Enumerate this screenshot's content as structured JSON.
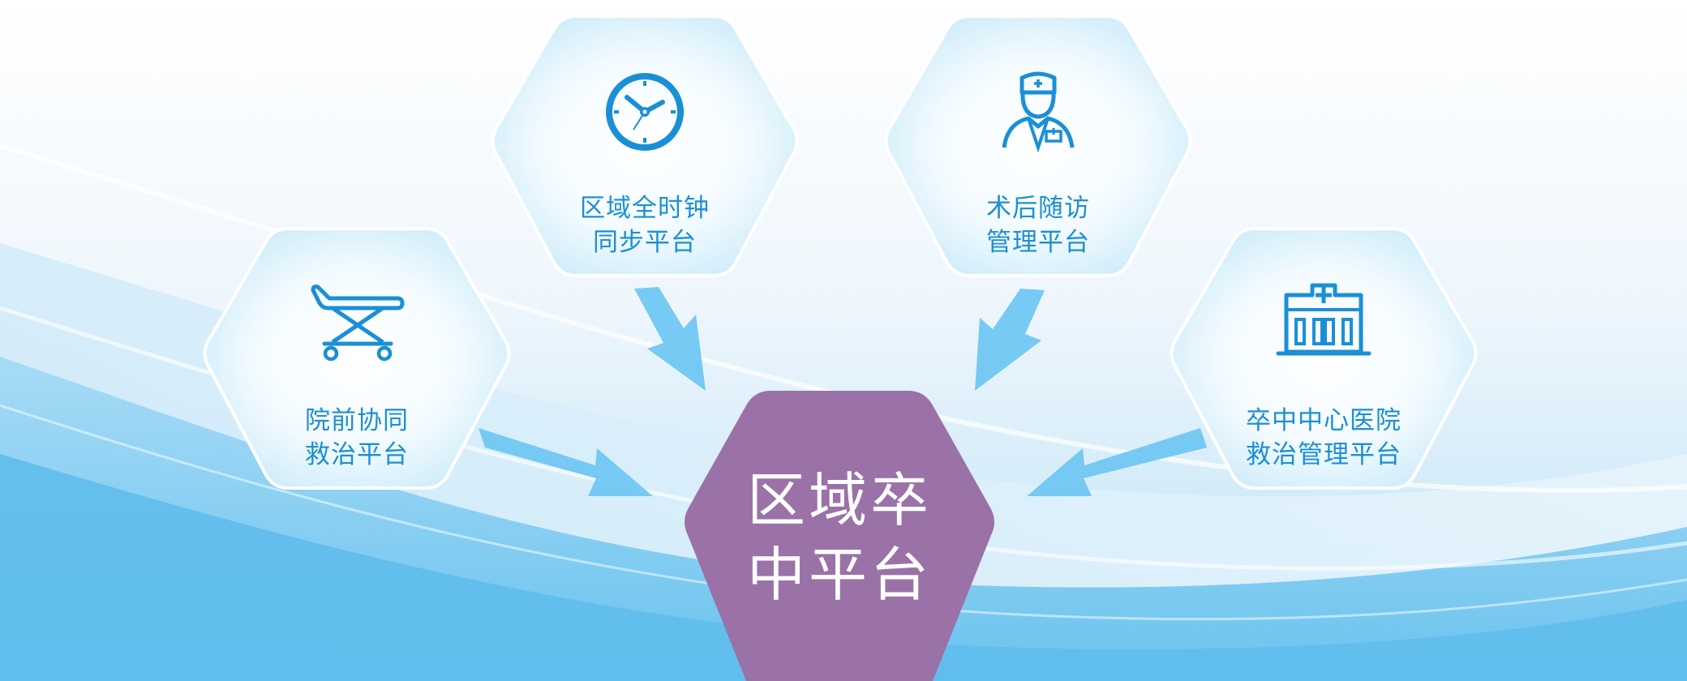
{
  "colors": {
    "accent_blue": "#1b8fd6",
    "arrow_blue": "#6cc6f2",
    "center_purple": "#9a72a8",
    "wave_blue": "#62bfee"
  },
  "center": {
    "line1": "区域卒",
    "line2": "中平台"
  },
  "nodes": [
    {
      "icon": "clock-icon",
      "line1": "区域全时钟",
      "line2": "同步平台"
    },
    {
      "icon": "doctor-icon",
      "line1": "术后随访",
      "line2": "管理平台"
    },
    {
      "icon": "stretcher-icon",
      "line1": "院前协同",
      "line2": "救治平台"
    },
    {
      "icon": "hospital-icon",
      "line1": "卒中中心医院",
      "line2": "救治管理平台"
    }
  ]
}
